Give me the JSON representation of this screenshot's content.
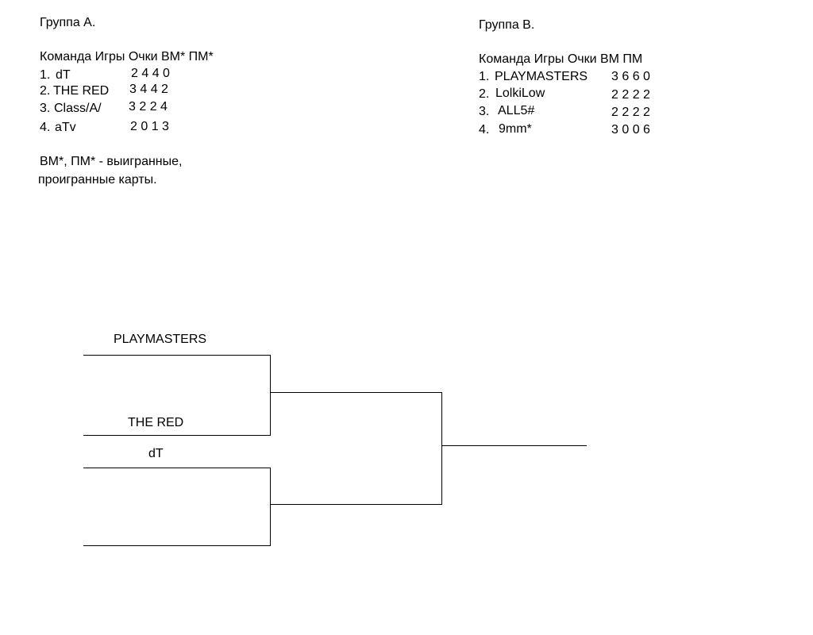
{
  "group_a": {
    "title": "Группа А.",
    "header": "Команда Игры Очки ВМ* ПМ*",
    "rows": [
      {
        "rank": "1.",
        "team": "dT",
        "stats": "2 4 4 0"
      },
      {
        "rank": "2.",
        "team": "THE RED",
        "stats": "3 4 4 2"
      },
      {
        "rank": "3.",
        "team": "Class/A/",
        "stats": "3 2 2 4"
      },
      {
        "rank": "4.",
        "team": "aTv",
        "stats": "2 0 1 3"
      }
    ],
    "note_line1": "ВМ*, ПМ* - выигранные,",
    "note_line2": "проигранные карты."
  },
  "group_b": {
    "title": "Группа В.",
    "header": "Команда Игры Очки ВМ ПМ",
    "rows": [
      {
        "rank": "1.",
        "team": "PLAYMASTERS",
        "stats": "3 6 6 0"
      },
      {
        "rank": "2.",
        "team": "LolkiLow",
        "stats": "2 2 2 2"
      },
      {
        "rank": "3.",
        "team": "ALL5#",
        "stats": "2 2 2 2"
      },
      {
        "rank": "4.",
        "team": "9mm*",
        "stats": "3 0 0 6"
      }
    ]
  },
  "bracket": {
    "semifinal_1": {
      "top": "PLAYMASTERS",
      "bottom": "THE RED"
    },
    "semifinal_2": {
      "top": "dT",
      "bottom": ""
    },
    "final": {
      "winner": ""
    }
  }
}
